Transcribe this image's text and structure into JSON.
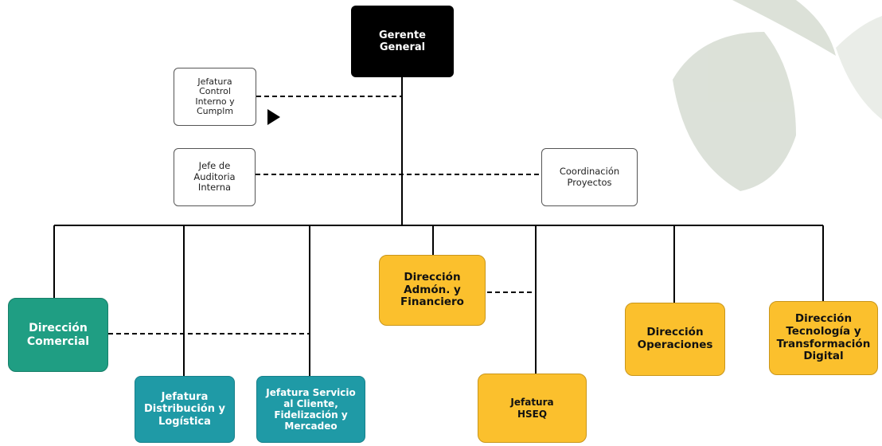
{
  "colors": {
    "black_box": "#000000",
    "green_box": "#1f9e83",
    "teal_box": "#1f9aa6",
    "yellow_box": "#fbc02d",
    "line": "#000000",
    "watermark": "#d6dcd2"
  },
  "nodes": {
    "gerente_general": "Gerente\nGeneral",
    "control_interno": "Jefatura\nControl\nInterno y\nCumplm",
    "auditoria": "Jefe de\nAuditoria\nInterna",
    "coordinacion": "Coordinación\nProyectos",
    "comercial": "Dirección\nComercial",
    "distribucion": "Jefatura\nDistribución y\nLogística",
    "servicio_cliente": "Jefatura Servicio\nal Cliente,\nFidelización y\nMercadeo",
    "admon": "Dirección\nAdmón. y\nFinanciero",
    "hseq": "Jefatura\nHSEQ",
    "operaciones": "Dirección\nOperaciones",
    "tecnologia": "Dirección\nTecnología y\nTransformación\nDigital"
  }
}
